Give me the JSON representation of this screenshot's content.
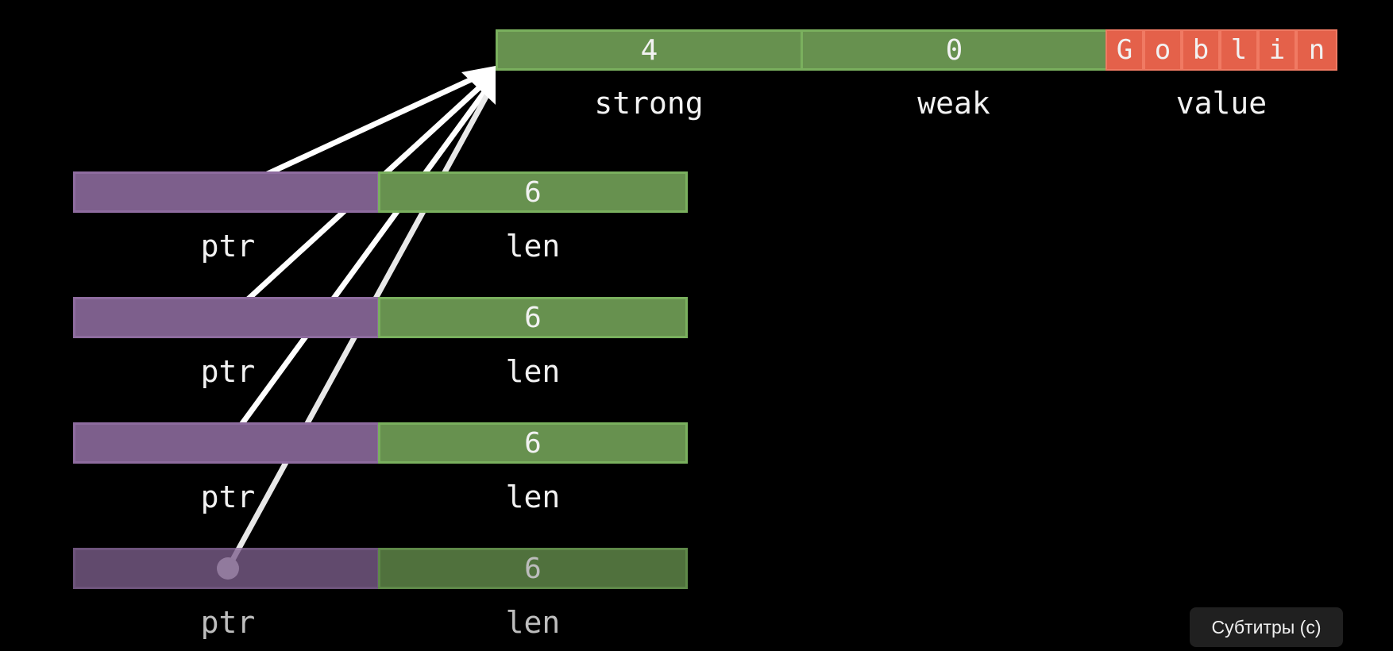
{
  "rc_box": {
    "strong_value": "4",
    "weak_value": "0",
    "value_chars": [
      "G",
      "o",
      "b",
      "l",
      "i",
      "n"
    ],
    "labels": {
      "strong": "strong",
      "weak": "weak",
      "value": "value"
    }
  },
  "pointers": [
    {
      "len_value": "6",
      "ptr_label": "ptr",
      "len_label": "len"
    },
    {
      "len_value": "6",
      "ptr_label": "ptr",
      "len_label": "len"
    },
    {
      "len_value": "6",
      "ptr_label": "ptr",
      "len_label": "len"
    },
    {
      "len_value": "6",
      "ptr_label": "ptr",
      "len_label": "len"
    }
  ],
  "subtitles_button": {
    "label": "Субтитры (c)"
  },
  "colors": {
    "green": "#67914f",
    "purple": "#7d5f8c",
    "red": "#e4614a",
    "background": "#000000"
  }
}
